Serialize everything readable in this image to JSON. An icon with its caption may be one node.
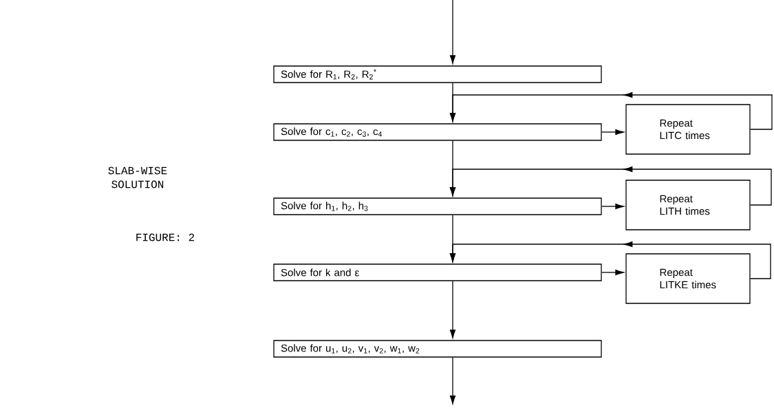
{
  "diagram": {
    "nodes": [
      {
        "text": [
          "Solve for R$_{1}$, R$_{2}$, R$_{2}$$^{*}$"
        ]
      },
      {
        "text": [
          "Solve for c$_{1}$, c$_{2}$, c$_{3}$, c$_{4}$"
        ]
      },
      {
        "text": [
          "Solve for h$_{1}$, h$_{2}$, h$_{3}$"
        ]
      },
      {
        "text": [
          "Solve for k and ε"
        ]
      },
      {
        "text": [
          "Solve for u$_{1}$, u$_{2}$, v$_{1}$, v$_{2}$, w$_{1}$, w$_{2}$"
        ]
      },
      {
        "text": [
          "Repeat LITC times"
        ]
      },
      {
        "text": [
          "Repeat LITH times"
        ]
      },
      {
        "text": [
          "Repeat LITKE times"
        ]
      }
    ],
    "edges": [
      {
        "from": null,
        "to": 0,
        "arrow": "to"
      },
      {
        "from": 0,
        "to": 1,
        "arrow": "to"
      },
      {
        "from": 1,
        "to": 5,
        "arrow": "to"
      },
      {
        "from": 5,
        "to": 1,
        "arrow": "to"
      },
      {
        "from": 1,
        "to": 2,
        "arrow": "to"
      },
      {
        "from": 2,
        "to": 6,
        "arrow": "to"
      },
      {
        "from": 6,
        "to": 2,
        "arrow": "to"
      },
      {
        "from": 2,
        "to": 3,
        "arrow": "to"
      },
      {
        "from": 3,
        "to": 7,
        "arrow": "to"
      },
      {
        "from": 7,
        "to": 3,
        "arrow": "to"
      },
      {
        "from": 3,
        "to": 4,
        "arrow": "to"
      },
      {
        "from": 4,
        "to": null,
        "arrow": "to"
      }
    ],
    "labels": [
      "SLAB-WISE SOLUTION",
      "FIGURE: 2"
    ]
  }
}
